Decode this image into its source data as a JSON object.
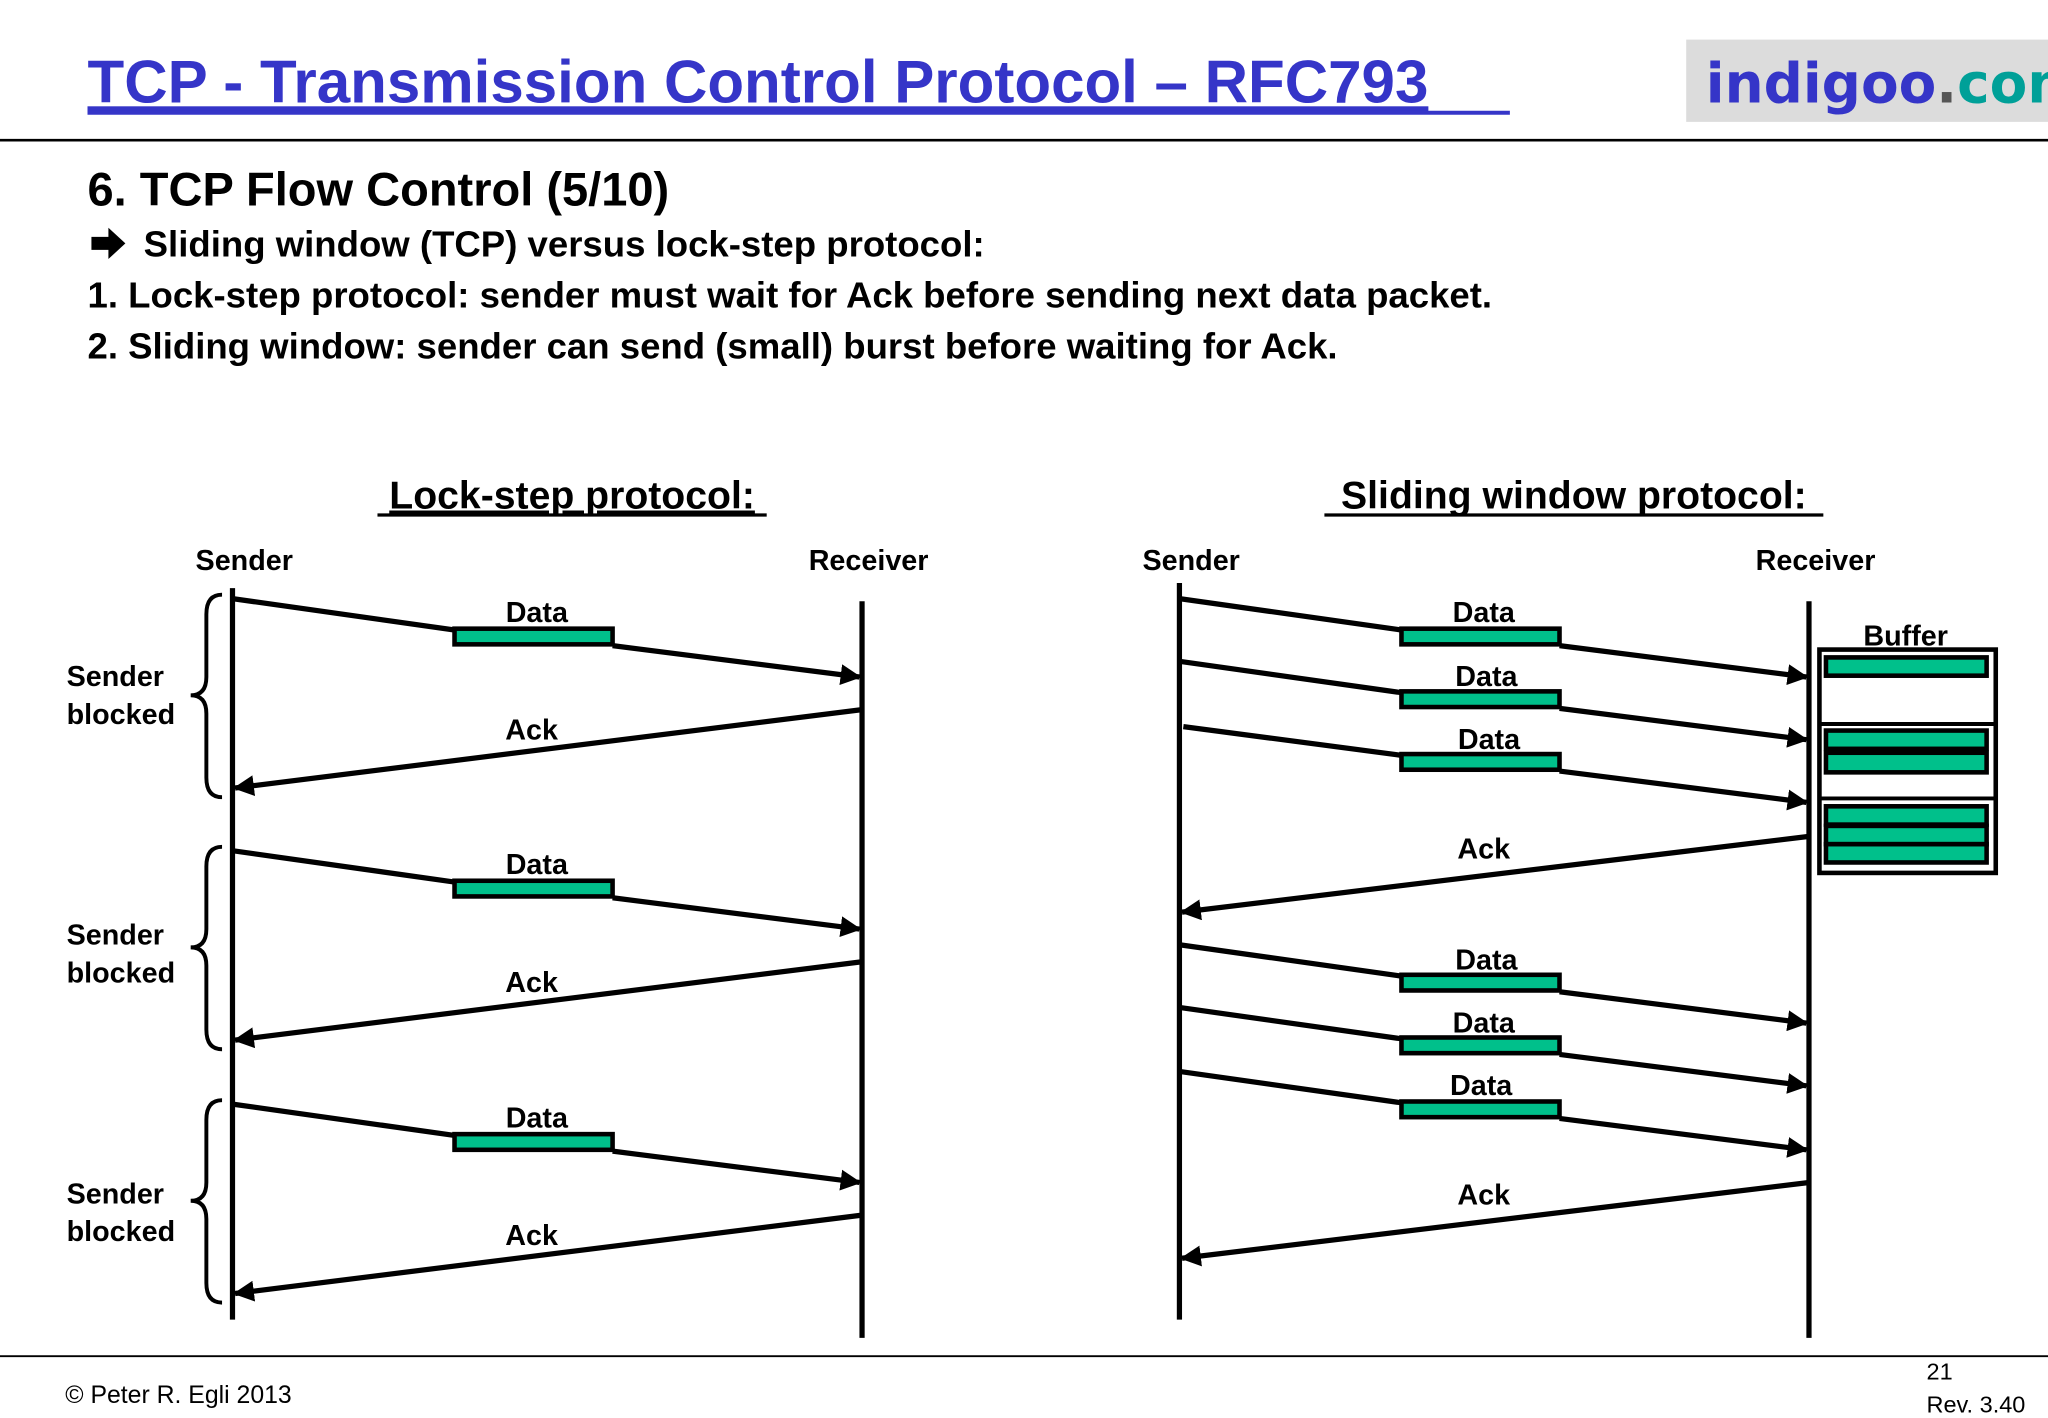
{
  "header": {
    "title": "TCP - Transmission Control Protocol – RFC793 ",
    "logo": {
      "main": "indigoo",
      "dot": ".",
      "tld": "com"
    }
  },
  "slide": {
    "heading": "6. TCP Flow Control (5/10)",
    "arrow_icon": "right-arrow-icon",
    "lines": [
      "Sliding window (TCP) versus lock-step protocol:",
      "1. Lock-step protocol: sender must wait for Ack before sending next data packet.",
      "2. Sliding window: sender can send (small) burst before waiting for Ack."
    ]
  },
  "lockstep": {
    "title": "Lock-step protocol:",
    "sender": "Sender",
    "receiver": "Receiver",
    "data_label": "Data",
    "ack_label": "Ack",
    "blocked_line1": "Sender",
    "blocked_line2": "blocked"
  },
  "sliding": {
    "title": "Sliding window protocol:",
    "sender": "Sender",
    "receiver": "Receiver",
    "data_label": "Data",
    "ack_label": "Ack",
    "buffer_label": "Buffer"
  },
  "footer": {
    "copyright": "© Peter R. Egli 2013",
    "page": "21",
    "revision": "Rev. 3.40"
  },
  "colors": {
    "title": "#3535c8",
    "packet": "#00c08b",
    "logo_bg": "#dcdcdc",
    "logo_tld": "#00a098"
  }
}
